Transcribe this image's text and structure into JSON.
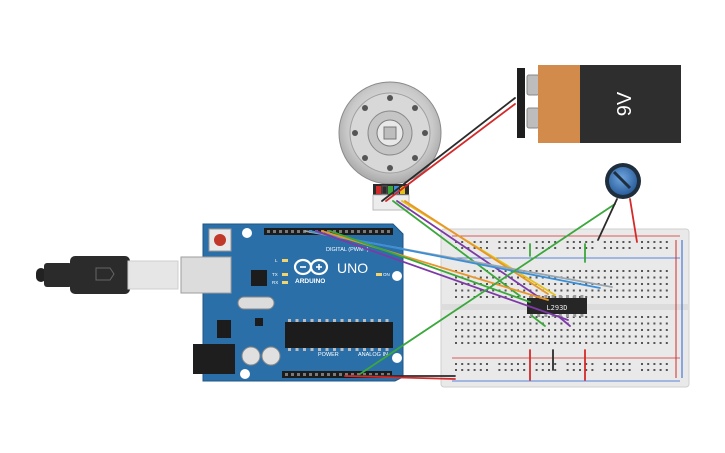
{
  "battery": {
    "label": "9V",
    "body_color": "#2e2e2e",
    "band_color": "#d38b4c"
  },
  "arduino": {
    "board_color": "#2b6fa8",
    "uno_label": "UNO",
    "brand_label": "ARDUINO",
    "digital_header_label": "DIGITAL (PWM~)",
    "power_label": "POWER",
    "analog_label": "ANALOG IN",
    "on_label": "ON",
    "l_label": "L",
    "tx_label": "TX",
    "rx_label": "RX"
  },
  "driver_chip": {
    "label": "L293D"
  },
  "wire_colors": {
    "red": "#d42a2a",
    "black": "#2b2b2b",
    "green": "#3aa83a",
    "orange": "#e8962a",
    "yellow": "#e3c21a",
    "purple": "#7d3aa6",
    "blue": "#3a8fd8",
    "gray": "#9aa5ad"
  }
}
